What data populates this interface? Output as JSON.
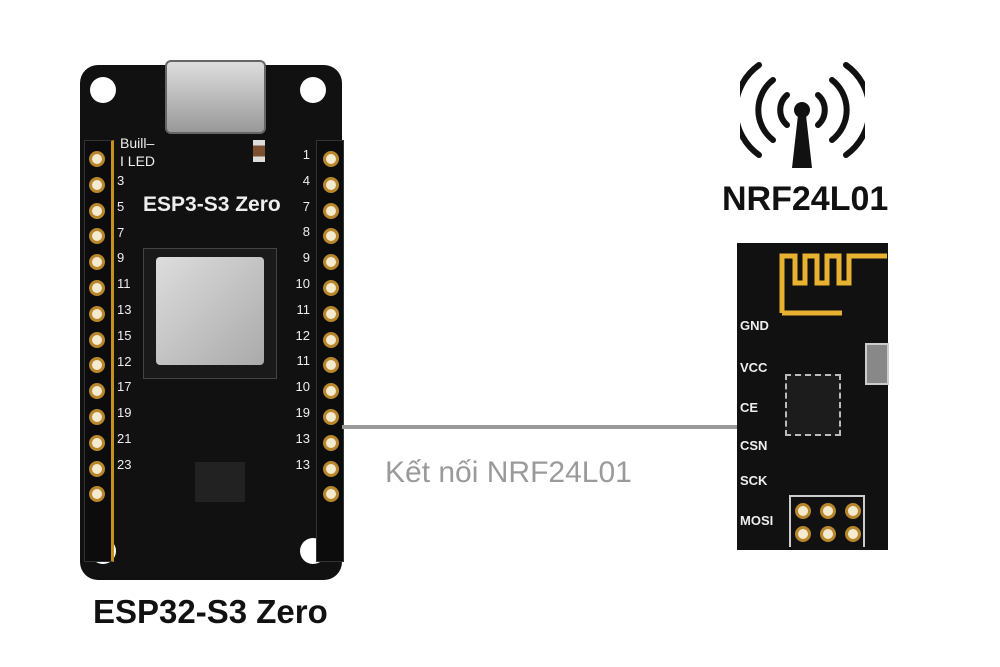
{
  "esp": {
    "title": "ESP32-S3 Zero",
    "silk": "ESP3-S3 Zero",
    "led_label_1": "Buill–",
    "led_label_2": "I LED",
    "left_pins": [
      "3",
      "5",
      "7",
      "9",
      "11",
      "13",
      "15",
      "12",
      "17",
      "19",
      "21",
      "23"
    ],
    "right_pins": [
      "1",
      "4",
      "7",
      "8",
      "9",
      "10",
      "11",
      "12",
      "11",
      "10",
      "19",
      "13",
      "13"
    ]
  },
  "connection": {
    "label": "Kết nối NRF24L01"
  },
  "nrf": {
    "title": "NRF24L01",
    "pins": [
      "GND",
      "VCC",
      "CE",
      "CSN",
      "SCK",
      "MOSI"
    ]
  }
}
